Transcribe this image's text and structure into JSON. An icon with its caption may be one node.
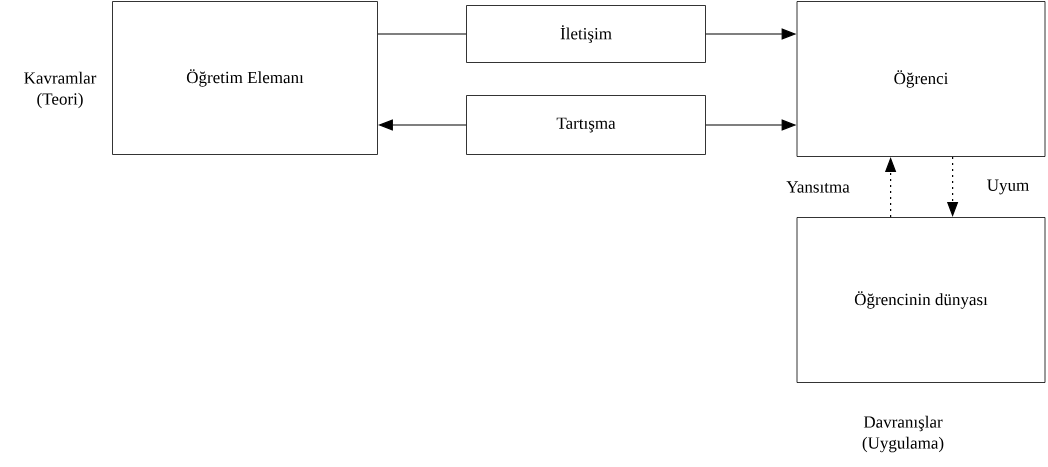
{
  "diagram": {
    "nodes": [
      {
        "text": [
          "Öğretim Elemanı"
        ]
      },
      {
        "text": [
          "İletişim"
        ]
      },
      {
        "text": [
          "Tartışma"
        ]
      },
      {
        "text": [
          "Öğrenci"
        ]
      },
      {
        "text": [
          "Öğrencinin dünyası"
        ]
      }
    ],
    "edges": [
      {
        "from": 0,
        "to": 1,
        "arrow": "none"
      },
      {
        "from": 1,
        "to": 3,
        "arrow": "to"
      },
      {
        "from": 2,
        "to": 0,
        "arrow": "to"
      },
      {
        "from": 2,
        "to": 3,
        "arrow": "to"
      },
      {
        "from": 4,
        "to": 3,
        "arrow": "to",
        "label": "Yansıtma",
        "style": "dashed"
      },
      {
        "from": 3,
        "to": 4,
        "arrow": "to",
        "label": "Uyum",
        "style": "dashed"
      }
    ],
    "labels": [
      "Kavramlar (Teori)",
      "Davranışlar (Uygulama)"
    ]
  }
}
